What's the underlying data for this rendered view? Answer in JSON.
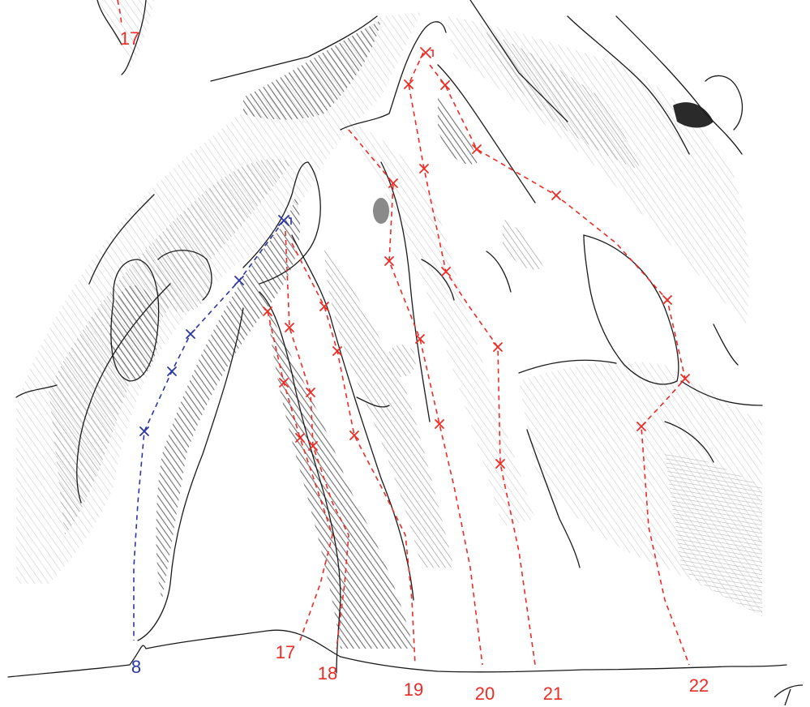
{
  "colors": {
    "sport": "#ee2b24",
    "trad": "#2b35a6",
    "rock_shade_dark": "#6e6e6e",
    "rock_shade_mid": "#a9a9a9",
    "rock_shade_light": "#d4d4d4",
    "outline": "#1a1a1a"
  },
  "routes": [
    {
      "id": "r8",
      "label": "8",
      "color": "trad"
    },
    {
      "id": "r17",
      "label": "17",
      "color": "sport"
    },
    {
      "id": "r18",
      "label": "18",
      "color": "sport"
    },
    {
      "id": "r19",
      "label": "19",
      "color": "sport"
    },
    {
      "id": "r20",
      "label": "20",
      "color": "sport"
    },
    {
      "id": "r21",
      "label": "21",
      "color": "sport"
    },
    {
      "id": "r22",
      "label": "22",
      "color": "sport"
    }
  ],
  "inset": {
    "label": "17",
    "color": "sport"
  },
  "north_arrow_icon": "compass-arrow-icon"
}
